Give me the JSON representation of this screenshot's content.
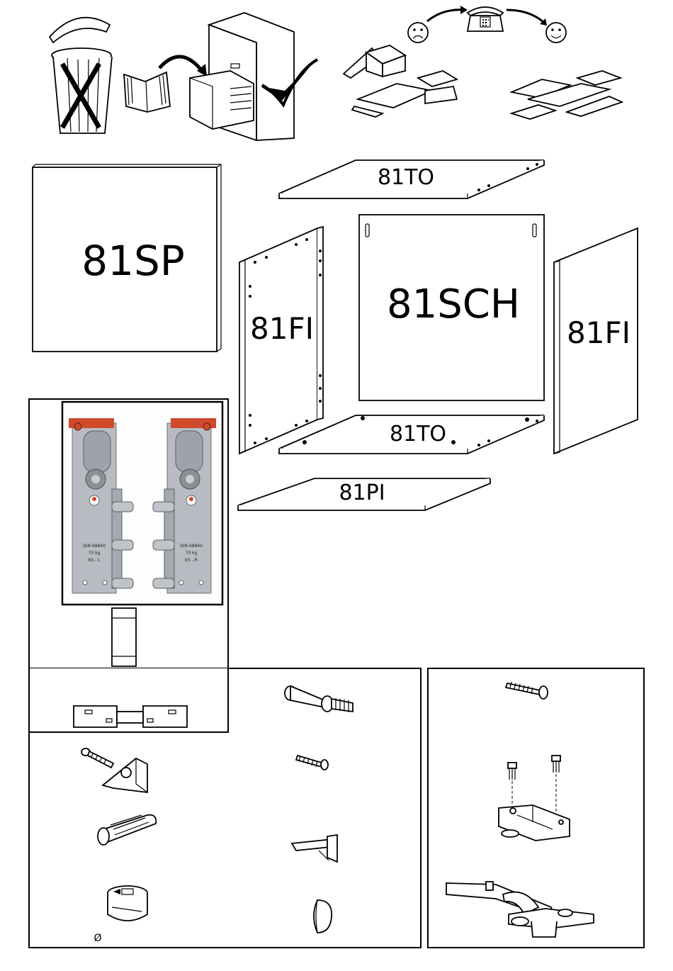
{
  "panels": {
    "sp": "81SP",
    "to_top": "81TO",
    "sch": "81SCH",
    "fi_left": "81FI",
    "fi_right": "81FI",
    "to_bottom": "81TO",
    "pi": "81PI"
  },
  "drawer_runner": {
    "left_lines": [
      "DIN 68840",
      "70 kg",
      "KS - L"
    ],
    "right_lines": [
      "DIN 68840",
      "70 kg",
      "KS - R"
    ]
  },
  "hardware": {
    "diameter_symbol": "Ø"
  },
  "header_icons": {
    "sad": "sad-face-icon",
    "phone": "telephone-icon",
    "happy": "happy-face-icon"
  },
  "colors": {
    "accent_red": "#d0492a",
    "runner_gray": "#b8bcc2"
  }
}
